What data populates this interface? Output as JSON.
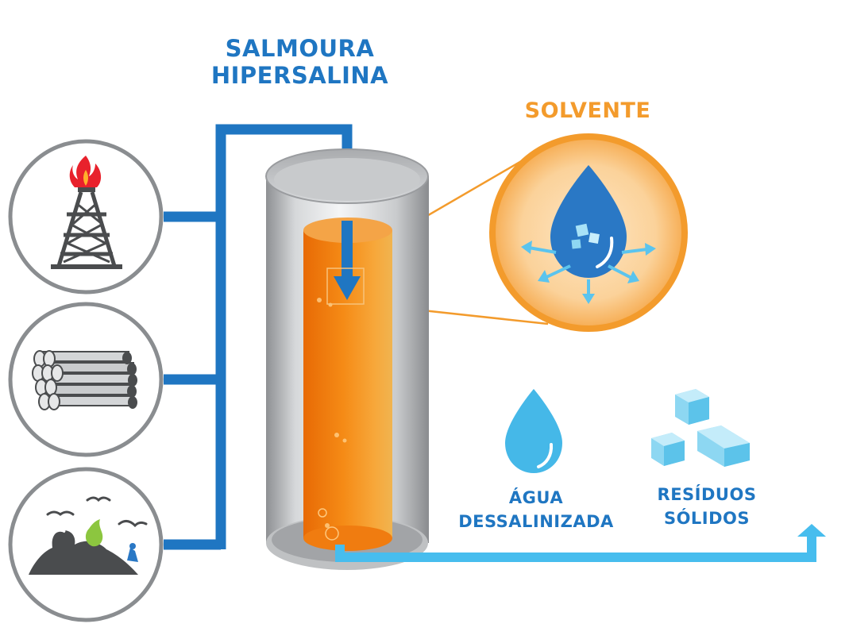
{
  "labels": {
    "brine_line1": "SALMOURA",
    "brine_line2": "HIPERSALINA",
    "solvent": "SOLVENTE",
    "water_line1": "ÁGUA",
    "water_line2": "DESSALINIZADA",
    "solids_line1": "RESÍDUOS",
    "solids_line2": "SÓLIDOS"
  },
  "sources": [
    {
      "icon": "oil-rig-flare-icon"
    },
    {
      "icon": "pipes-stack-icon"
    },
    {
      "icon": "landfill-waste-icon"
    }
  ],
  "colors": {
    "pipe_blue": "#1f76c2",
    "outflow_cyan": "#47bdee",
    "solvent_orange": "#f39b2c",
    "liquid_orange": "#f07c10",
    "icon_gray": "#4a4c4e",
    "ring_gray": "#8a8d90",
    "crystal_cyan": "#86d6f3"
  }
}
